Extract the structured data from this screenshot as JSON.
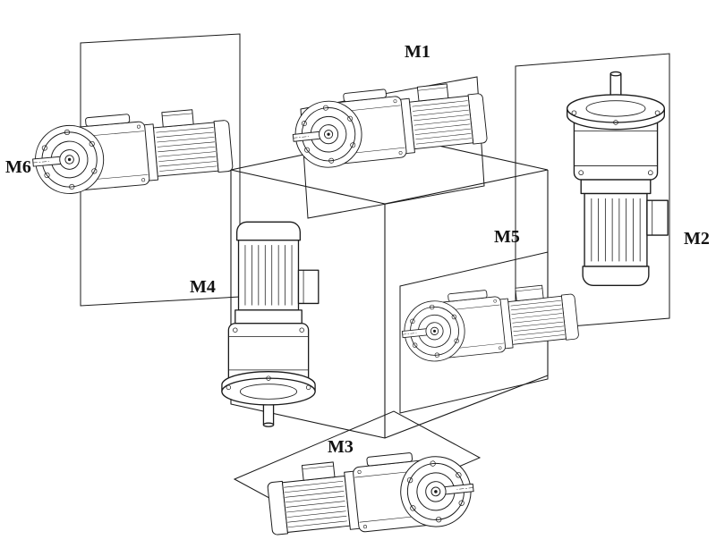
{
  "page": {
    "background": "#ffffff"
  },
  "diagram": {
    "line_color": "#1a1a1a",
    "labels": {
      "m1": "M1",
      "m2": "M2",
      "m3": "M3",
      "m4": "M4",
      "m5": "M5",
      "m6": "M6"
    }
  }
}
